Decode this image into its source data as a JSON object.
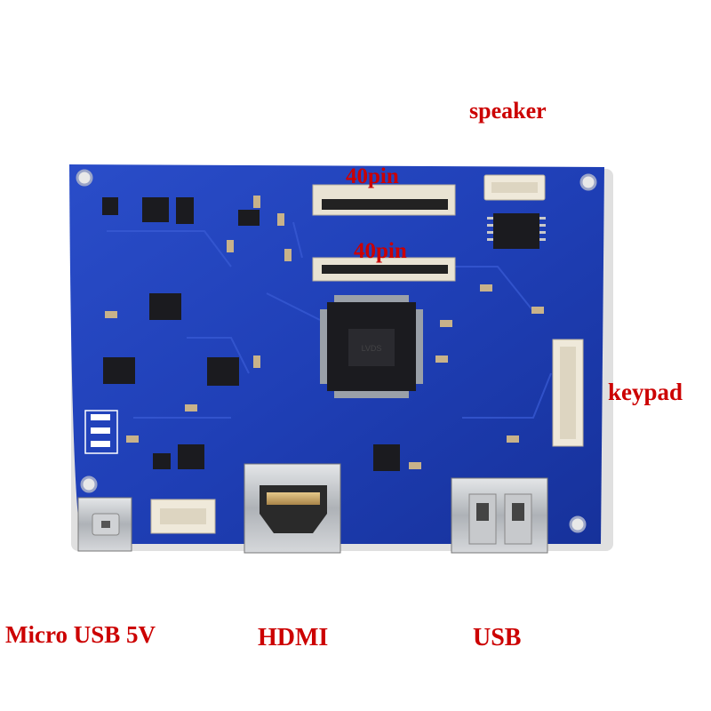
{
  "labels": {
    "speaker": "speaker",
    "pin_top": "40pin",
    "pin_bottom": "40pin",
    "keypad": "keypad",
    "micro_usb": "Micro USB 5V",
    "hdmi": "HDMI",
    "usb": "USB"
  },
  "colors": {
    "label_text": "#cc0000",
    "board": "#1e3fb8",
    "background": "#ffffff",
    "connector_beige": "#e9e3d3",
    "chip": "#1b1b1f",
    "metal": "#bfc3c8"
  },
  "chip_marking": "LVDS"
}
